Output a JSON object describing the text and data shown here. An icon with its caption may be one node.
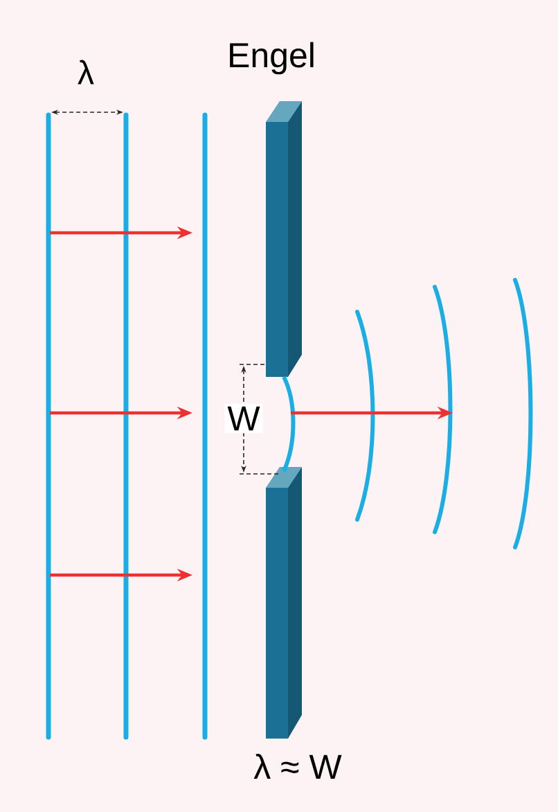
{
  "diagram": {
    "labels": [
      "λ",
      "Engel",
      "W",
      "λ ≈ W"
    ]
  }
}
